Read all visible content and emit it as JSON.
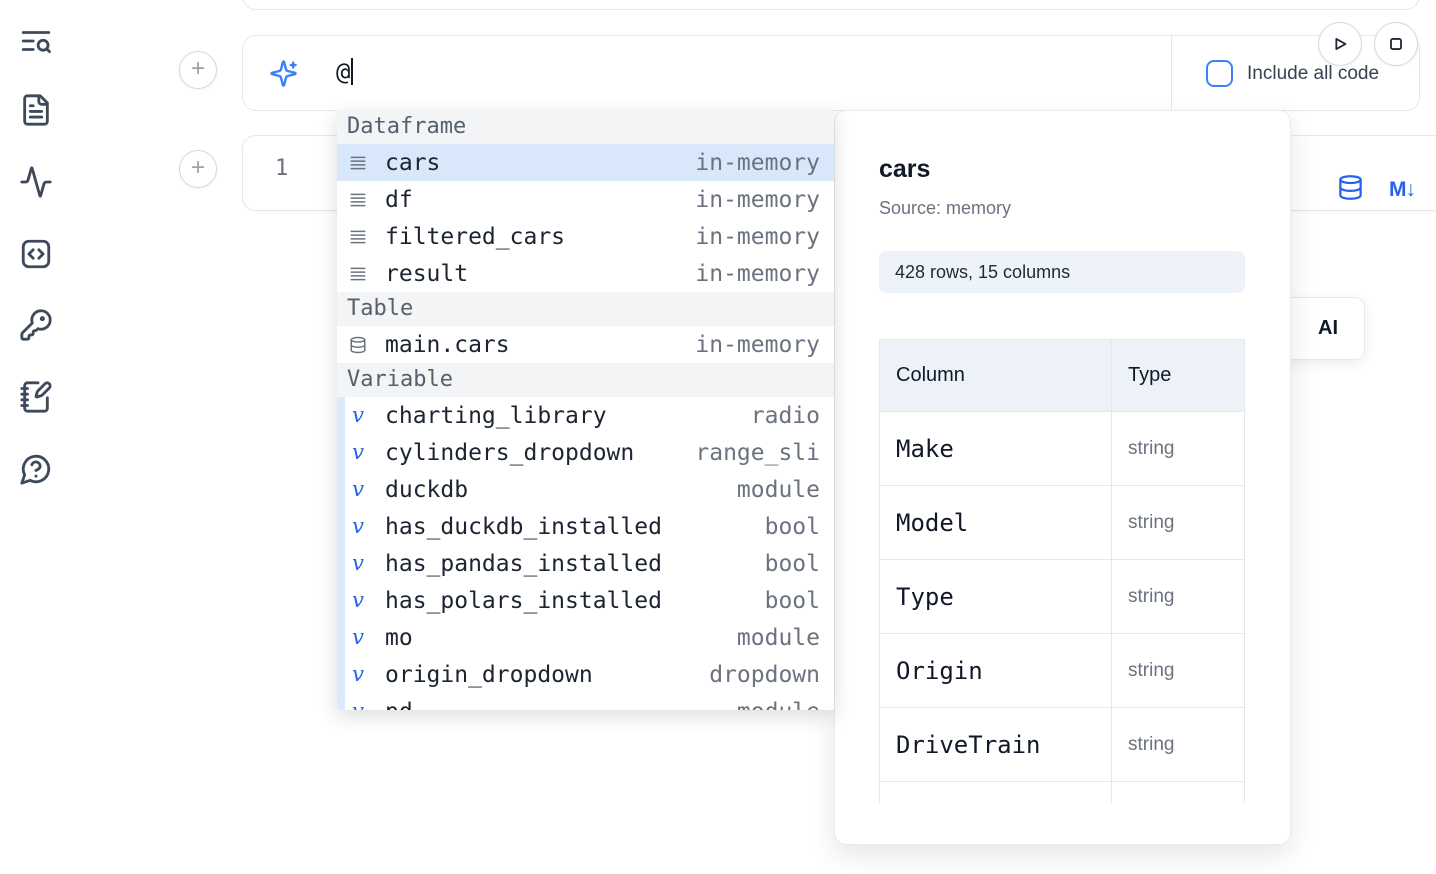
{
  "colors": {
    "accent": "#3b82f6",
    "action_blue": "#2563eb",
    "border": "#e5e7eb",
    "selected_row_bg": "#d8e8fa",
    "variable_strip": "#dbeafe",
    "section_header_bg": "#f3f4f6",
    "badge_bg": "#eef3fa",
    "muted_text": "#6b7280"
  },
  "glyphs": {
    "plus": "+",
    "variable": "v",
    "markdown": "M↓"
  },
  "sidebar": {
    "icons": [
      "text-search-icon",
      "file-text-icon",
      "activity-icon",
      "square-code-icon",
      "key-icon",
      "notebook-pen-icon",
      "help-message-icon"
    ]
  },
  "run_controls": {
    "play": "run",
    "stop": "stop"
  },
  "ai_prompt": {
    "value": "@",
    "include_all_code_label": "Include all code",
    "checkbox_checked": false
  },
  "code_cell": {
    "line_number": "1"
  },
  "ai_button": {
    "label": "AI"
  },
  "autocomplete": {
    "sections": [
      {
        "header": "Dataframe",
        "items": [
          {
            "icon": "rows-icon",
            "name": "cars",
            "detail": "in-memory",
            "selected": true
          },
          {
            "icon": "rows-icon",
            "name": "df",
            "detail": "in-memory"
          },
          {
            "icon": "rows-icon",
            "name": "filtered_cars",
            "detail": "in-memory"
          },
          {
            "icon": "rows-icon",
            "name": "result",
            "detail": "in-memory"
          }
        ]
      },
      {
        "header": "Table",
        "items": [
          {
            "icon": "database-icon",
            "name": "main.cars",
            "detail": "in-memory"
          }
        ]
      },
      {
        "header": "Variable",
        "items": [
          {
            "icon": "variable-icon",
            "name": "charting_library",
            "detail": "radio"
          },
          {
            "icon": "variable-icon",
            "name": "cylinders_dropdown",
            "detail": "range_sli"
          },
          {
            "icon": "variable-icon",
            "name": "duckdb",
            "detail": "module"
          },
          {
            "icon": "variable-icon",
            "name": "has_duckdb_installed",
            "detail": "bool"
          },
          {
            "icon": "variable-icon",
            "name": "has_pandas_installed",
            "detail": "bool"
          },
          {
            "icon": "variable-icon",
            "name": "has_polars_installed",
            "detail": "bool"
          },
          {
            "icon": "variable-icon",
            "name": "mo",
            "detail": "module"
          },
          {
            "icon": "variable-icon",
            "name": "origin_dropdown",
            "detail": "dropdown"
          },
          {
            "icon": "variable-icon",
            "name": "pd",
            "detail": "module"
          }
        ]
      }
    ]
  },
  "preview": {
    "title": "cars",
    "source": "Source: memory",
    "shape": "428 rows, 15 columns",
    "table": {
      "headers": [
        "Column",
        "Type"
      ],
      "rows": [
        [
          "Make",
          "string"
        ],
        [
          "Model",
          "string"
        ],
        [
          "Type",
          "string"
        ],
        [
          "Origin",
          "string"
        ],
        [
          "DriveTrain",
          "string"
        ]
      ]
    }
  }
}
